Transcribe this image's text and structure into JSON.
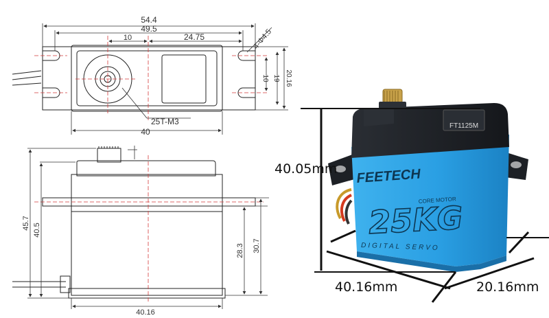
{
  "top_view": {
    "dim_overall_width": "54.4",
    "dim_mount_spacing": "49.5",
    "dim_offset_left": "10",
    "dim_offset_right": "24.75",
    "dim_hole": "4-Φ4.5",
    "dim_inner_height": "10",
    "dim_mid_height": "19",
    "dim_total_height": "20.16",
    "dim_spline": "25T-M3",
    "dim_body_width": "40"
  },
  "side_view": {
    "dim_total_height": "45.7",
    "dim_body_height": "40.5",
    "dim_lower_height": "28.3",
    "dim_mount_height": "30.7",
    "dim_width": "40.16"
  },
  "photo": {
    "height_label": "40.05mm",
    "width_label": "40.16mm",
    "depth_label": "20.16mm",
    "brand": "FEETECH",
    "model_label": "FT1125M",
    "core_motor_label": "CORE MOTOR",
    "torque_label": "25KG",
    "servo_type_label": "DIGITAL SERVO",
    "case_color": "#2a9fe3",
    "cap_color": "#1d2025",
    "gear_color": "#c8a24a"
  },
  "colors": {
    "drawing_line": "#222222",
    "center_line": "#d43a3a"
  }
}
